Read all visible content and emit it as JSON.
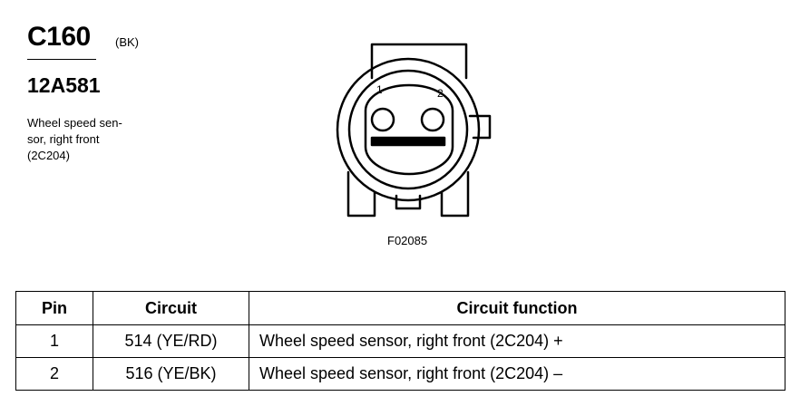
{
  "connector": {
    "id": "C160",
    "color_code": "(BK)",
    "part_number": "12A581",
    "description_lines": [
      "Wheel speed sen-",
      "sor, right front",
      "(2C204)"
    ]
  },
  "diagram": {
    "pin_labels": [
      "1",
      "2"
    ],
    "figure_id": "F02085"
  },
  "pin_table": {
    "headers": [
      "Pin",
      "Circuit",
      "Circuit function"
    ],
    "rows": [
      {
        "pin": "1",
        "circuit": "514 (YE/RD)",
        "function": "Wheel speed sensor, right front (2C204) +"
      },
      {
        "pin": "2",
        "circuit": "516 (YE/BK)",
        "function": "Wheel speed sensor, right front (2C204) –"
      }
    ]
  }
}
